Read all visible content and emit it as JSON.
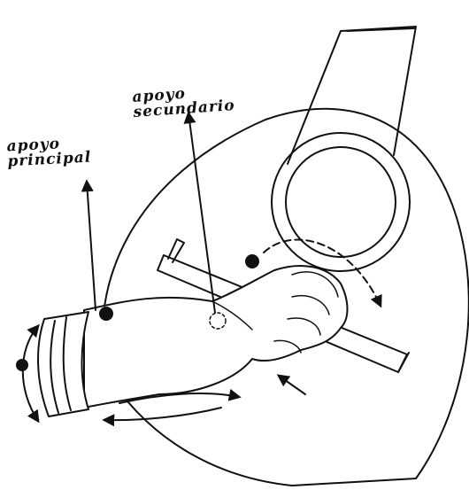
{
  "labels": {
    "secondary_support_line1": "apoyo",
    "secondary_support_line2": "secundario",
    "main_support_line1": "apoyo",
    "main_support_line2": "principal"
  },
  "colors": {
    "ink": "#111111",
    "paper": "#ffffff"
  }
}
